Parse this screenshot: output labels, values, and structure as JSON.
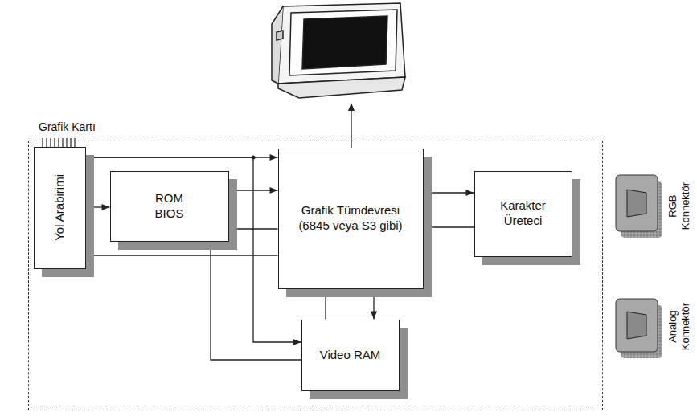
{
  "diagram": {
    "nodes": [
      {
        "text": [
          "Grafik Kartı"
        ]
      },
      {
        "text": [
          "Yol Arabirimi"
        ],
        "in": 0
      },
      {
        "text": [
          "ROM BIOS"
        ],
        "in": 0
      },
      {
        "text": [
          "Grafik Tümdevresi (6845 veya S3 gibi)"
        ],
        "in": 0
      },
      {
        "text": [
          "Karakter Üreteci"
        ],
        "in": 0
      },
      {
        "text": [
          "Video RAM"
        ],
        "in": 0
      }
    ],
    "edges": [
      {
        "from": 1,
        "to": 2,
        "arrow": "both"
      },
      {
        "from": 1,
        "to": 3,
        "arrow": "to"
      },
      {
        "from": 1,
        "to": 5,
        "arrow": "to"
      },
      {
        "from": 2,
        "to": 3,
        "arrow": "to"
      },
      {
        "from": 3,
        "to": 2,
        "arrow": "to"
      },
      {
        "from": 3,
        "to": 1,
        "arrow": "to"
      },
      {
        "from": 5,
        "to": 2,
        "arrow": "to"
      },
      {
        "from": 5,
        "to": 3,
        "arrow": "to"
      },
      {
        "from": 3,
        "to": 5,
        "arrow": "to"
      },
      {
        "from": 3,
        "to": 4,
        "arrow": "to"
      },
      {
        "from": 4,
        "to": 3,
        "arrow": "to"
      }
    ],
    "labels": [
      "RGB Konnektör",
      "Analog Konnektör"
    ]
  }
}
